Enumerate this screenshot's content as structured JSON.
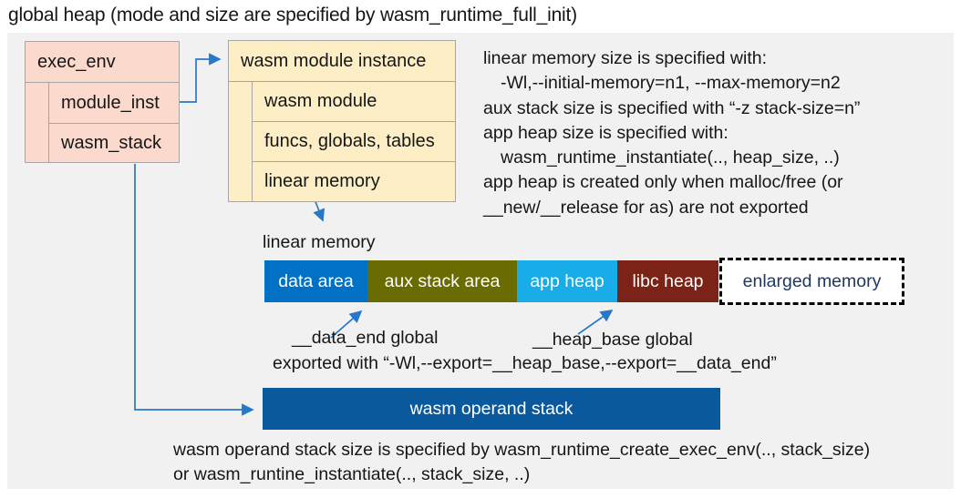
{
  "title": "global heap (mode and size are specified by wasm_runtime_full_init)",
  "exec_env": {
    "header": "exec_env",
    "rows": [
      "module_inst",
      "wasm_stack"
    ]
  },
  "module_instance": {
    "header": "wasm module instance",
    "rows": [
      "wasm module",
      "funcs, globals, tables",
      "linear memory"
    ]
  },
  "notes": {
    "lines": [
      "linear memory size is specified with:",
      "-Wl,--initial-memory=n1, --max-memory=n2",
      "aux stack size is specified with “-z stack-size=n”",
      "app heap size is specified with:",
      "wasm_runtime_instantiate(.., heap_size, ..)",
      "app heap is created only when malloc/free (or",
      "__new/__release for as) are not exported"
    ]
  },
  "linear_memory": {
    "label": "linear memory",
    "segments": [
      {
        "label": "data area",
        "color": "#0071c5"
      },
      {
        "label": "aux stack area",
        "color": "#6a6b00"
      },
      {
        "label": "app heap",
        "color": "#18ace9"
      },
      {
        "label": "libc heap",
        "color": "#7b2317"
      },
      {
        "label": "enlarged memory",
        "color": "#ffffff"
      }
    ],
    "data_end_label": "__data_end global",
    "heap_base_label": "__heap_base global",
    "export_note": "exported with “-Wl,--export=__heap_base,--export=__data_end”"
  },
  "operand_stack": {
    "label": "wasm operand stack",
    "notes": [
      "wasm operand stack size is specified by wasm_runtime_create_exec_env(.., stack_size)",
      "or wasm_runtine_instantiate(.., stack_size, ..)"
    ]
  },
  "colors": {
    "panel_bg": "#f1f1f2",
    "struct_pink": "#fbd9cc",
    "struct_cream": "#fdeec5",
    "box_border": "#a6a6a6",
    "arrow_blue": "#2878c8",
    "data_area": "#0071c5",
    "aux_stack_area": "#6a6b00",
    "app_heap": "#18ace9",
    "libc_heap": "#7b2317",
    "enlarged_memory_text": "#1f3864",
    "operand_stack_bar": "#09599c"
  }
}
